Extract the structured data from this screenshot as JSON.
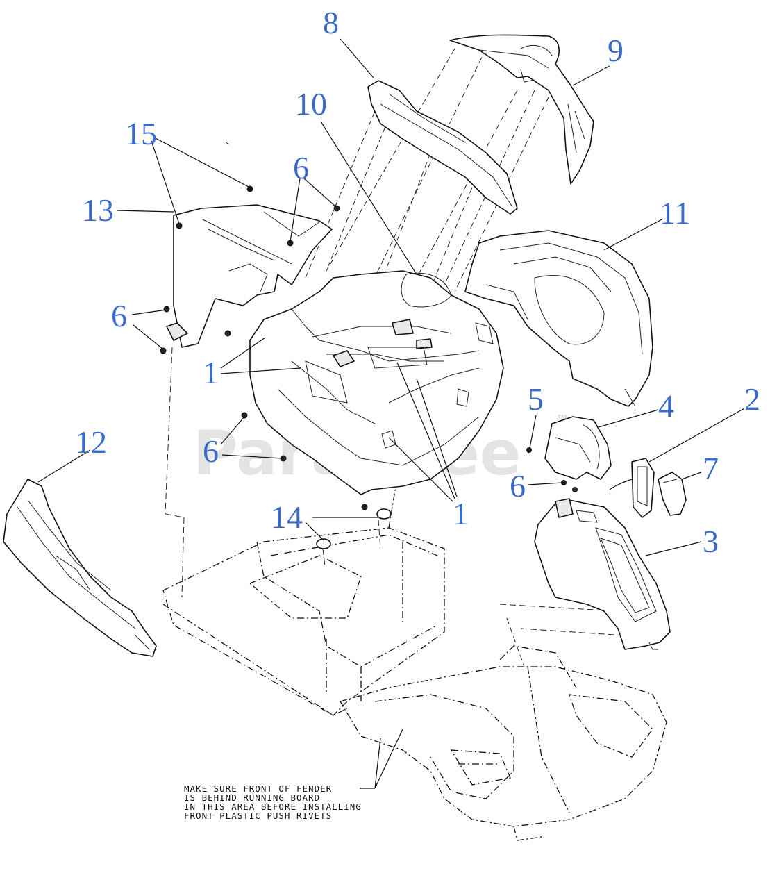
{
  "watermark": {
    "text": "PartsTree",
    "trademark": "TM"
  },
  "note": {
    "lines": [
      "MAKE SURE FRONT OF FENDER",
      "IS BEHIND RUNNING BOARD",
      "IN THIS AREA BEFORE INSTALLING",
      "FRONT PLASTIC PUSH RIVETS"
    ]
  },
  "callouts": {
    "c8": "8",
    "c9": "9",
    "c10": "10",
    "c15": "15",
    "c6a": "6",
    "c11": "11",
    "c13": "13",
    "c6b": "6",
    "c1a": "1",
    "c5": "5",
    "c2": "2",
    "c4": "4",
    "c12": "12",
    "c6c": "6",
    "c7": "7",
    "c6d": "6",
    "c1b": "1",
    "c14": "14",
    "c3": "3"
  },
  "colors": {
    "callout": "#3a6bc8",
    "line": "#111111",
    "watermark": "#cfcfcf"
  }
}
